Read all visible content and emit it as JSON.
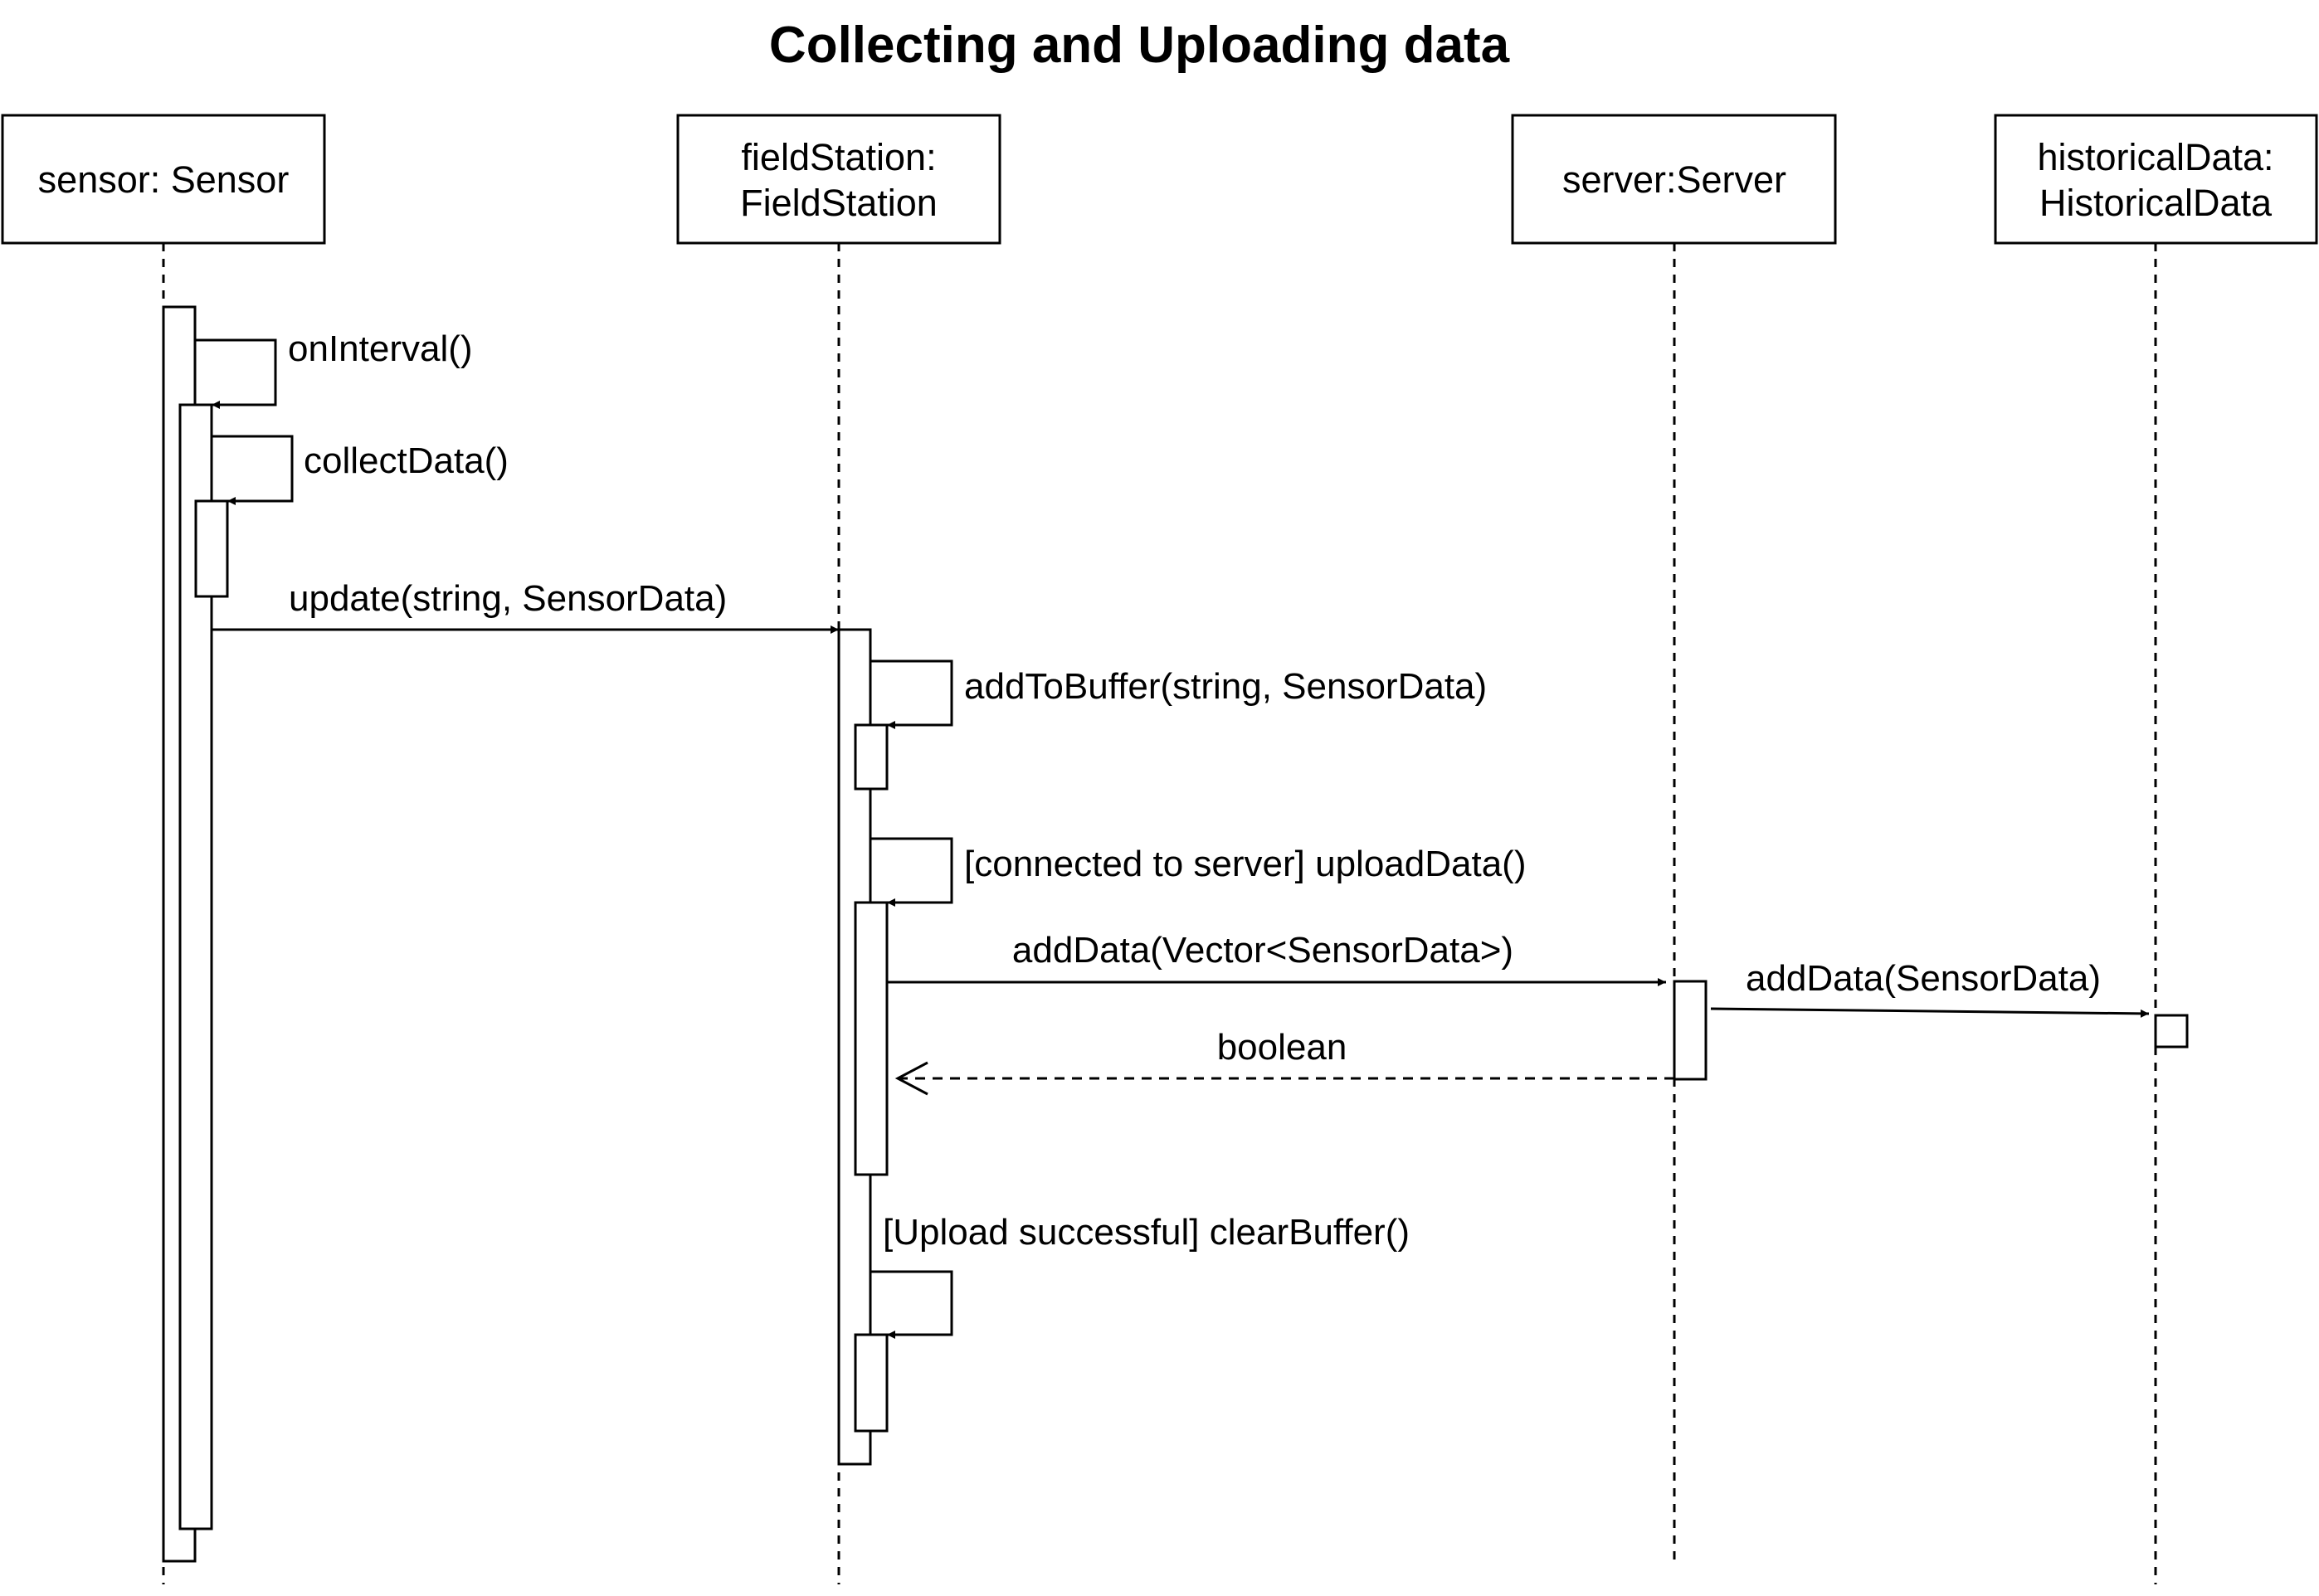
{
  "title": "Collecting and Uploading data",
  "participants": [
    {
      "id": "sensor",
      "lines": [
        "sensor: Sensor"
      ]
    },
    {
      "id": "fieldStation",
      "lines": [
        "fieldStation:",
        "FieldStation"
      ]
    },
    {
      "id": "server",
      "lines": [
        "server:Server"
      ]
    },
    {
      "id": "historicalData",
      "lines": [
        "historicalData:",
        "HistoricalData"
      ]
    }
  ],
  "messages": [
    {
      "id": "onInterval",
      "label": "onInterval()",
      "kind": "self",
      "from": "sensor"
    },
    {
      "id": "collectData",
      "label": "collectData()",
      "kind": "self",
      "from": "sensor"
    },
    {
      "id": "update",
      "label": "update(string, SensorData)",
      "kind": "sync",
      "from": "sensor",
      "to": "fieldStation"
    },
    {
      "id": "addToBuffer",
      "label": "addToBuffer(string, SensorData)",
      "kind": "self",
      "from": "fieldStation"
    },
    {
      "id": "uploadData",
      "label": "[connected to server] uploadData()",
      "kind": "self",
      "from": "fieldStation"
    },
    {
      "id": "addDataVector",
      "label": "addData(Vector<SensorData>)",
      "kind": "sync",
      "from": "fieldStation",
      "to": "server"
    },
    {
      "id": "addDataSensor",
      "label": "addData(SensorData)",
      "kind": "sync",
      "from": "server",
      "to": "historicalData"
    },
    {
      "id": "boolean",
      "label": "boolean",
      "kind": "return",
      "from": "server",
      "to": "fieldStation"
    },
    {
      "id": "clearBuffer",
      "label": "[Upload successful] clearBuffer()",
      "kind": "self",
      "from": "fieldStation"
    }
  ]
}
